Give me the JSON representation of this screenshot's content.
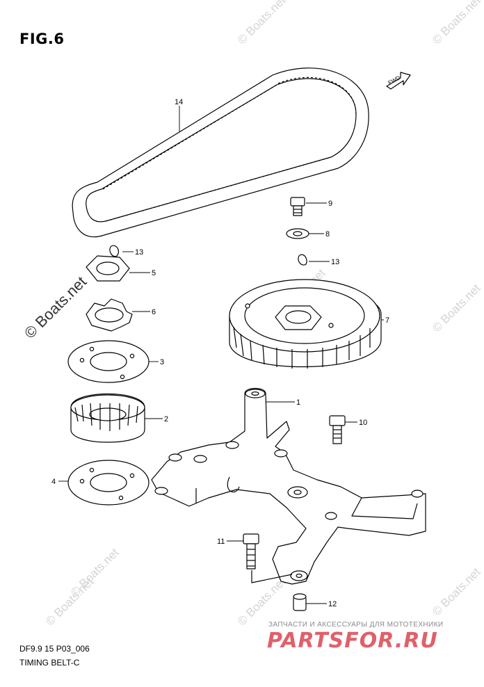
{
  "figure": {
    "title": "FIG.6",
    "direction_tag": "FWD",
    "code": "DF9.9 15 P03_006",
    "caption": "TIMING BELT-C"
  },
  "callouts": [
    "14",
    "9",
    "8",
    "13",
    "5",
    "13",
    "6",
    "7",
    "3",
    "1",
    "2",
    "10",
    "4",
    "11",
    "12"
  ],
  "watermarks": {
    "faint": "© Boats.net",
    "strong": "© Boats.net"
  },
  "branding": {
    "tagline": "ЗАПЧАСТИ И АКСЕССУАРЫ ДЛЯ МОТОТЕХНИКИ",
    "brand": "PARTSFOR.RU",
    "brand_color": "#e0606a"
  }
}
